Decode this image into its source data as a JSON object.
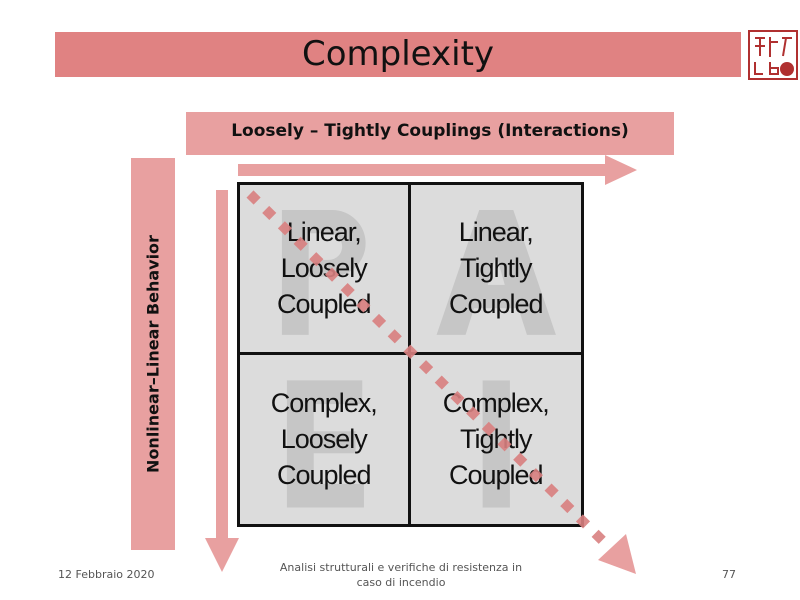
{
  "title": "Complexity",
  "x_axis_label": "Loosely – Tightly Couplings (Interactions)",
  "y_axis_label": "Nonlinear–Linear  Behavior",
  "quadrants": [
    {
      "watermark": "P",
      "text": "Linear,\nLoosely\nCoupled"
    },
    {
      "watermark": "A",
      "text": "Linear,\nTightly\nCoupled"
    },
    {
      "watermark": "E",
      "text": "Complex,\nLoosely\nCoupled"
    },
    {
      "watermark": "I",
      "text": "Complex,\nTightly\nCoupled"
    }
  ],
  "footer": {
    "date": "12 Febbraio 2020",
    "center": "Analisi strutturali e verifiche di resistenza in caso di incendio",
    "page": "77"
  },
  "colors": {
    "title_bar": "#e08282",
    "axis_box": "#e8a0a0",
    "arrow": "#e8a0a0",
    "diagonal": "#d98080"
  }
}
